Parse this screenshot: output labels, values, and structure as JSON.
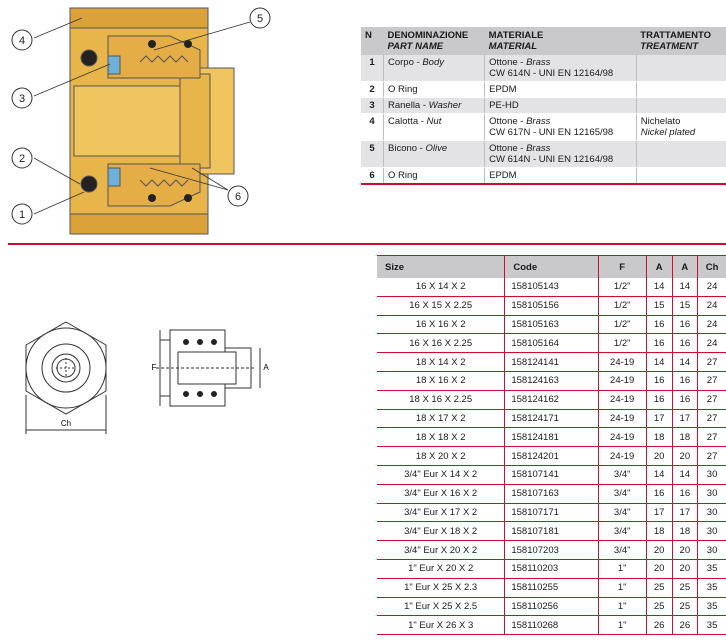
{
  "callouts": [
    "1",
    "2",
    "3",
    "4",
    "5",
    "6"
  ],
  "parts_table": {
    "headers": {
      "n": "N",
      "name": "DENOMINAZIONE",
      "name_en": "PART NAME",
      "material": "MATERIALE",
      "material_en": "MATERIAL",
      "treatment": "TRATTAMENTO",
      "treatment_en": "TREATMENT"
    },
    "rows": [
      {
        "n": "1",
        "name": "Corpo - ",
        "name_en": "Body",
        "material": "Ottone - ",
        "material_en": "Brass",
        "material2": "CW 614N - UNI EN  12164/98",
        "treatment": "",
        "treatment_en": ""
      },
      {
        "n": "2",
        "name": "O Ring",
        "name_en": "",
        "material": "EPDM",
        "material_en": "",
        "material2": "",
        "treatment": "",
        "treatment_en": ""
      },
      {
        "n": "3",
        "name": "Ranella - ",
        "name_en": "Washer",
        "material": "PE-HD",
        "material_en": "",
        "material2": "",
        "treatment": "",
        "treatment_en": ""
      },
      {
        "n": "4",
        "name": "Calotta - ",
        "name_en": "Nut",
        "material": "Ottone - ",
        "material_en": "Brass",
        "material2": "CW 617N - UNI EN  12165/98",
        "treatment": "Nichelato",
        "treatment_en": "Nickel plated"
      },
      {
        "n": "5",
        "name": "Bicono - ",
        "name_en": "Olive",
        "material": "Ottone - ",
        "material_en": "Brass",
        "material2": "CW 614N - UNI EN  12164/98",
        "treatment": "",
        "treatment_en": ""
      },
      {
        "n": "6",
        "name": "O Ring",
        "name_en": "",
        "material": "EPDM",
        "material_en": "",
        "material2": "",
        "treatment": "",
        "treatment_en": ""
      }
    ]
  },
  "dimension_labels": {
    "ch": "Ch",
    "f": "F",
    "a": "A"
  },
  "size_table": {
    "headers": [
      "Size",
      "Code",
      "F",
      "A",
      "A",
      "Ch"
    ],
    "rows": [
      [
        "16 X 14 X 2",
        "158105143",
        "1/2\"",
        "14",
        "14",
        "24"
      ],
      [
        "16 X 15 X 2.25",
        "158105156",
        "1/2\"",
        "15",
        "15",
        "24"
      ],
      [
        "16 X 16 X 2",
        "158105163",
        "1/2\"",
        "16",
        "16",
        "24"
      ],
      [
        "16 X 16 X 2.25",
        "158105164",
        "1/2\"",
        "16",
        "16",
        "24"
      ],
      [
        "18 X 14 X 2",
        "158124141",
        "24-19",
        "14",
        "14",
        "27"
      ],
      [
        "18 X 16 X 2",
        "158124163",
        "24-19",
        "16",
        "16",
        "27"
      ],
      [
        "18 X 16 X 2.25",
        "158124162",
        "24-19",
        "16",
        "16",
        "27"
      ],
      [
        "18 X 17 X 2",
        "158124171",
        "24-19",
        "17",
        "17",
        "27"
      ],
      [
        "18 X 18 X 2",
        "158124181",
        "24-19",
        "18",
        "18",
        "27"
      ],
      [
        "18 X 20 X 2",
        "158124201",
        "24-19",
        "20",
        "20",
        "27"
      ],
      [
        "3/4\" Eur X 14 X 2",
        "158107141",
        "3/4\"",
        "14",
        "14",
        "30"
      ],
      [
        "3/4\" Eur X 16 X 2",
        "158107163",
        "3/4\"",
        "16",
        "16",
        "30"
      ],
      [
        "3/4\" Eur X 17 X 2",
        "158107171",
        "3/4\"",
        "17",
        "17",
        "30"
      ],
      [
        "3/4\" Eur X 18 X 2",
        "158107181",
        "3/4\"",
        "18",
        "18",
        "30"
      ],
      [
        "3/4\" Eur X 20 X 2",
        "158107203",
        "3/4\"",
        "20",
        "20",
        "30"
      ],
      [
        "1\" Eur X 20 X 2",
        "158110203",
        "1\"",
        "20",
        "20",
        "35"
      ],
      [
        "1\" Eur X 25 X 2.3",
        "158110255",
        "1\"",
        "25",
        "25",
        "35"
      ],
      [
        "1\" Eur X 25 X 2.5",
        "158110256",
        "1\"",
        "25",
        "25",
        "35"
      ],
      [
        "1\" Eur X 26 X 3",
        "158110268",
        "1\"",
        "26",
        "26",
        "35"
      ]
    ]
  }
}
